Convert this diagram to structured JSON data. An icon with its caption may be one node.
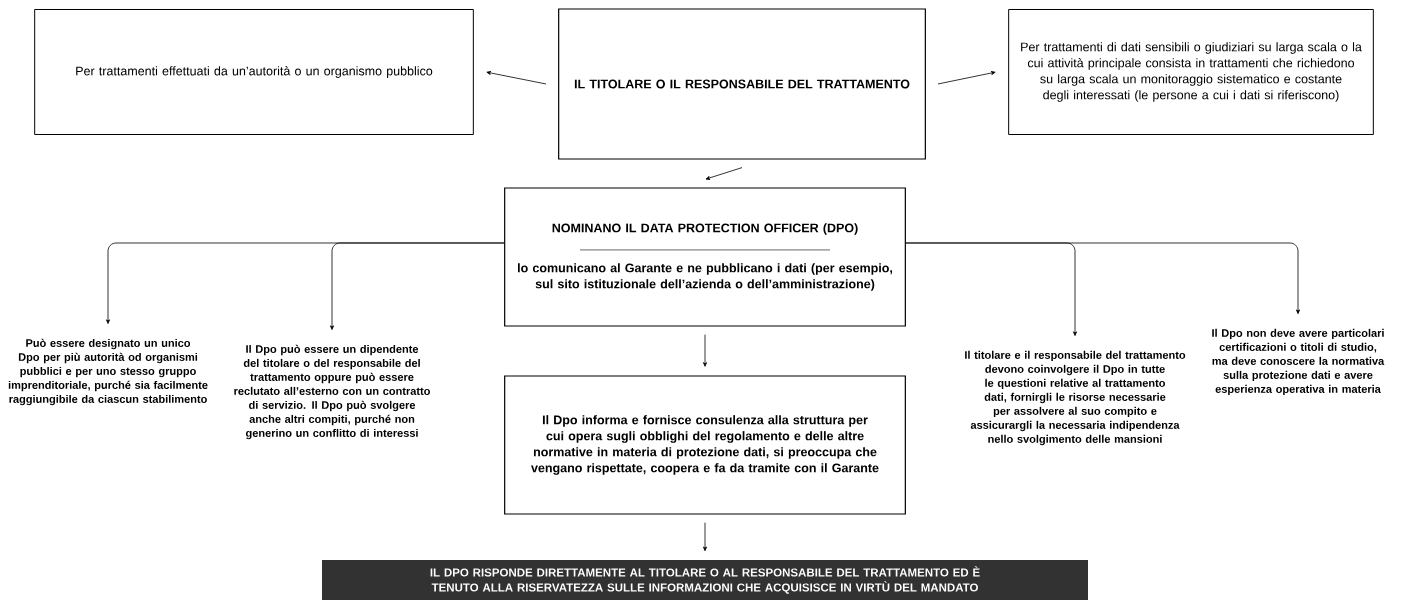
{
  "diagram": {
    "nodes": [
      {
        "text": [
          "Per trattamenti effettuati da un’autorità o un organismo pubblico"
        ]
      },
      {
        "text": [
          "IL TITOLARE O IL RESPONSABILE DEL TRATTAMENTO"
        ]
      },
      {
        "text": [
          "Per trattamenti di dati sensibili o giudiziari su larga scala o la cui attività principale consista in trattamenti che richiedono su larga scala un monitoraggio sistematico e costante degli interessati (le persone a cui i dati si riferiscono)"
        ]
      },
      {
        "text": [
          "NOMINANO IL DATA PROTECTION OFFICER (DPO)",
          "lo comunicano al Garante e ne pubblicano i dati (per esempio, sul sito istituzionale dell’azienda o dell’amministrazione)"
        ]
      },
      {
        "text": [
          "Può essere designato un unico Dpo per più autorità od organismi pubblici e per uno stesso gruppo imprenditoriale, purché sia facilmente raggiungibile da ciascun stabilimento"
        ]
      },
      {
        "text": [
          "Il Dpo può essere un dipendente del titolare o del responsabile del trattamento oppure può essere reclutato all’esterno con un contratto di servizio. Il Dpo può svolgere anche altri compiti, purché non generino un conflitto di interessi"
        ]
      },
      {
        "text": [
          "Il Dpo informa e fornisce consulenza alla struttura per cui opera sugli obblighi del regolamento e delle altre normative in materia di protezione dati, si preoccupa che vengano rispettate, coopera e fa da tramite con il Garante"
        ]
      },
      {
        "text": [
          "Il titolare e il responsabile del trattamento devono coinvolgere il Dpo in tutte le questioni relative al trattamento dati, fornirgli le risorse necessarie per assolvere al suo compito e assicurargli la necessaria indipendenza nello svolgimento delle mansioni"
        ]
      },
      {
        "text": [
          "Il Dpo non deve avere particolari certificazioni o titoli di studio, ma deve conoscere la normativa sulla protezione dati e avere esperienza operativa in materia"
        ]
      },
      {
        "text": [
          "IL DPO RISPONDE DIRETTAMENTE AL TITOLARE O AL RESPONSABILE DEL TRATTAMENTO ED È TENUTO ALLA RISERVATEZZA SULLE INFORMAZIONI CHE ACQUISISCE IN VIRTÙ DEL MANDATO"
        ]
      }
    ],
    "edges": [
      {
        "from": 1,
        "to": 0,
        "arrow": "to"
      },
      {
        "from": 1,
        "to": 2,
        "arrow": "to"
      },
      {
        "from": 1,
        "to": 3,
        "arrow": "to"
      },
      {
        "from": 3,
        "to": 4,
        "arrow": "to"
      },
      {
        "from": 3,
        "to": 5,
        "arrow": "to"
      },
      {
        "from": 3,
        "to": 6,
        "arrow": "to"
      },
      {
        "from": 3,
        "to": 7,
        "arrow": "to"
      },
      {
        "from": 3,
        "to": 8,
        "arrow": "to"
      },
      {
        "from": 6,
        "to": 9,
        "arrow": "to"
      }
    ]
  }
}
